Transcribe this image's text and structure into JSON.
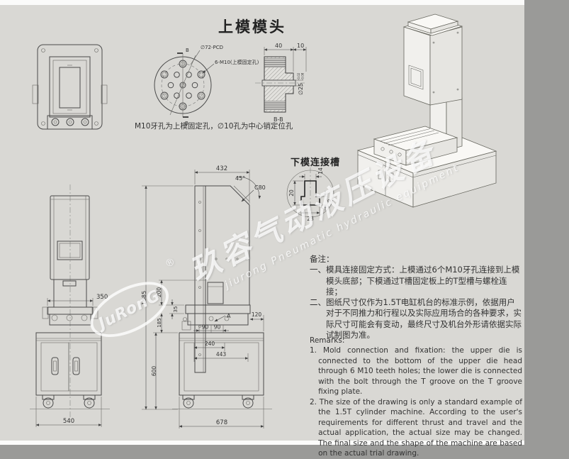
{
  "title": "上模模头",
  "upper_head": {
    "pcd_label": "∅72-PCD",
    "m10_label": "6-M10(上模固定孔)",
    "note": "M10牙孔为上模固定孔，∅10孔为中心销定位孔",
    "section_label": "B-B",
    "b_top": "B",
    "b_bottom": "B",
    "dim_40": "40",
    "dim_10": "10",
    "bore": "∅25",
    "bore_tol_upper": "-0.02",
    "bore_tol_lower": "-0.08"
  },
  "t_slot": {
    "title": "下模连接槽",
    "dim_14": "14",
    "dim_20": "20",
    "dim_23": "23",
    "dim_9": "9"
  },
  "front_view": {
    "dim_350": "350",
    "dim_540": "540"
  },
  "side_view": {
    "dim_432": "432",
    "angle_45": "45°",
    "chamfer": "C80",
    "dim_1685": "1685",
    "dim_200": "200",
    "dim_35": "35",
    "dim_185": "185",
    "dim_600": "600",
    "dim_90a": "90",
    "dim_90b": "90",
    "dim_120": "120",
    "dim_240": "240",
    "dim_443": "443",
    "dim_678": "678",
    "detail_a": "A"
  },
  "notes_cn": {
    "heading": "备注：",
    "item1": "一、模具连接固定方式：上模通过6个M10牙孔连接到上模模头底部；下模通过T槽固定板上的T型槽与螺栓连接；",
    "item2": "二、图纸尺寸仅作为1.5T电缸机台的标准示例，依据用户对于不同推力和行程以及实际应用场合的各种要求，实际尺寸可能会有变动，最终尺寸及机台外形请依据实际试制图为准。"
  },
  "remarks_en": {
    "heading": "Remarks:",
    "item1": "1. Mold connection and fixation: the upper die is connected to the bottom of the upper die head through 6 M10 teeth holes; the lower die is connected with the bolt through the T groove on the T groove fixing plate.",
    "item2": "2. The size of the drawing is only a standard example of the 1.5T cylinder machine. According to the user's requirements for different thrust and travel and the actual application, the actual size may be changed. The final size and the shape of the machine are based on the actual trial drawing."
  },
  "watermark": {
    "brand": "JuRonG",
    "reg": "®",
    "cn": "玖容气动液压设备",
    "en": "jiurong Pneumatic hydraulic equipment"
  }
}
